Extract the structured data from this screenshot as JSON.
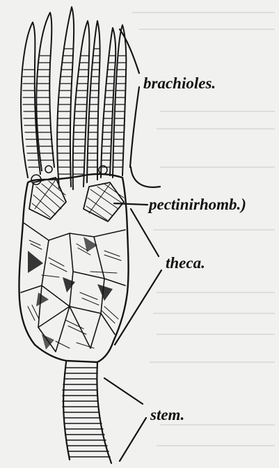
{
  "labels": {
    "brachioles": "brachioles.",
    "pectinirhomb": "pectinirhomb.)",
    "theca": "theca.",
    "stem": "stem."
  },
  "colors": {
    "ink": "#151515",
    "paper": "#f1f1f0"
  }
}
